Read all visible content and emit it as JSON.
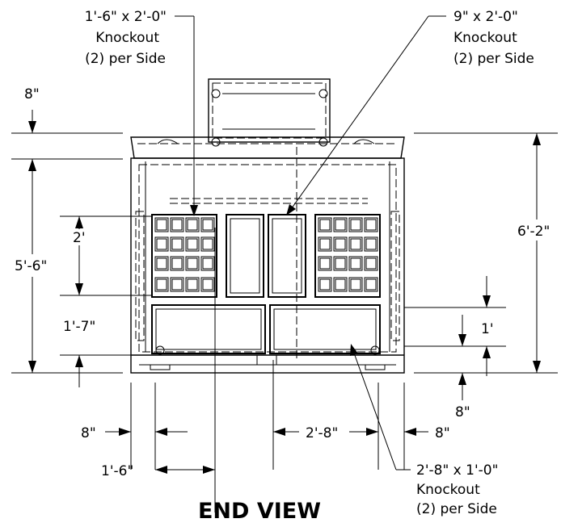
{
  "title": "END VIEW",
  "callouts": {
    "knockout_1_6x2_0": {
      "size": "1'-6\" x 2'-0\"",
      "type": "Knockout",
      "qty": "(2) per Side"
    },
    "knockout_9x2_0": {
      "size": "9\" x 2'-0\"",
      "type": "Knockout",
      "qty": "(2) per Side"
    },
    "knockout_2_8x1_0": {
      "size": "2'-8\" x 1'-0\"",
      "type": "Knockout",
      "qty": "(2) per Side"
    }
  },
  "dimensions": {
    "left_top_8": "8\"",
    "left_5_6": "5'-6\"",
    "left_2": "2'",
    "left_1_7": "1'-7\"",
    "right_6_2": "6'-2\"",
    "right_1": "1'",
    "right_bottom_8": "8\"",
    "bottom_left_8": "8\"",
    "bottom_1_6": "1'-6\"",
    "bottom_2_8": "2'-8\"",
    "bottom_right_8": "8\""
  }
}
